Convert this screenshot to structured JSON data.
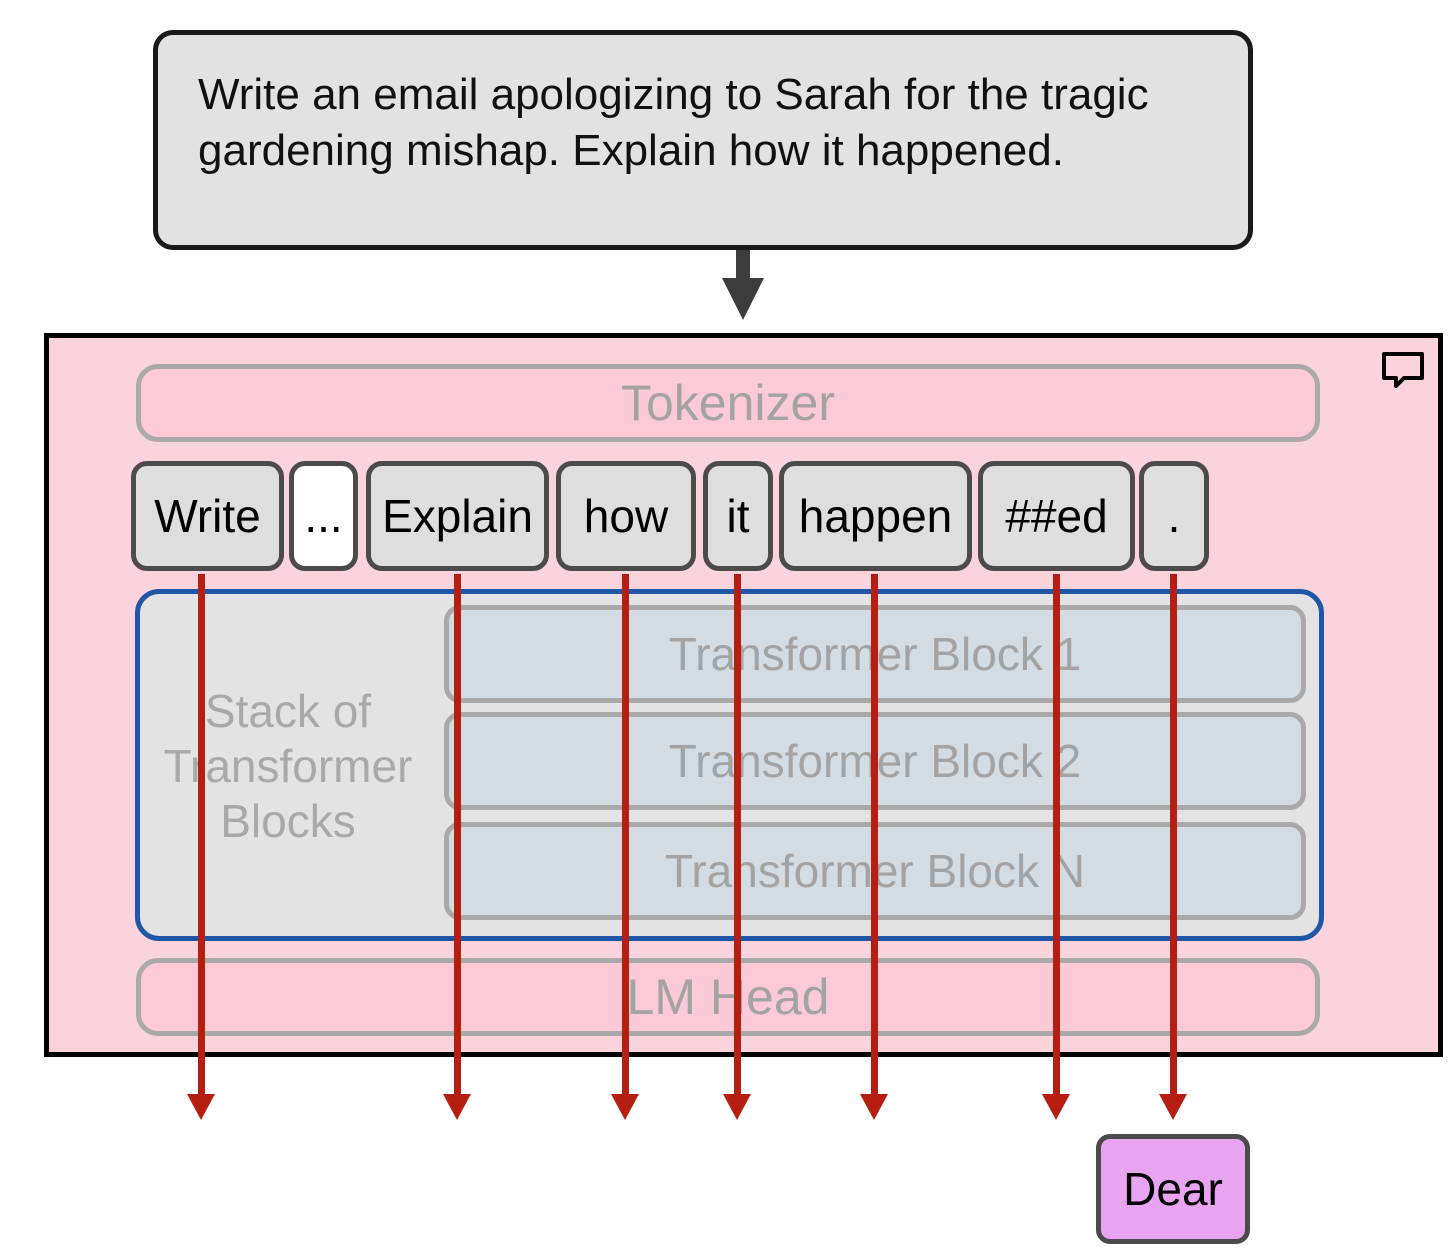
{
  "prompt": "Write an email apologizing to Sarah for the tragic gardening mishap. Explain how it happened.",
  "tokenizer_label": "Tokenizer",
  "tokens": [
    "Write",
    "...",
    "Explain",
    "how",
    "it",
    "happen",
    "##ed",
    "."
  ],
  "stack_label": "Stack of Transformer Blocks",
  "blocks": [
    "Transformer Block 1",
    "Transformer Block 2",
    "Transformer Block N"
  ],
  "lm_head_label": "LM Head",
  "output_token": "Dear",
  "colors": {
    "prompt_fill": "#e2e2e2",
    "model_frame_fill": "#fbd3dc",
    "stack_border": "#1f57a6",
    "arrow": "#b51e10",
    "output_fill": "#e8a4f0"
  },
  "icons": [
    "down-arrow-icon",
    "comment-icon"
  ]
}
